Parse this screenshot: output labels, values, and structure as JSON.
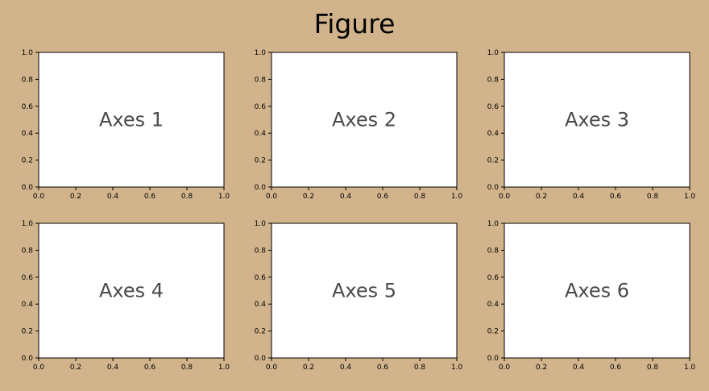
{
  "figure": {
    "title": "Figure",
    "background": "#d2b48c",
    "axes_face": "#ffffff",
    "annotation_color": "#4a4a4a"
  },
  "chart_data": [
    {
      "type": "scatter",
      "title": "",
      "annotation": "Axes 1",
      "xlim": [
        0,
        1
      ],
      "ylim": [
        0,
        1
      ],
      "xticks": [
        "0.0",
        "0.2",
        "0.4",
        "0.6",
        "0.8",
        "1.0"
      ],
      "yticks": [
        "0.0",
        "0.2",
        "0.4",
        "0.6",
        "0.8",
        "1.0"
      ],
      "series": [],
      "grid": false
    },
    {
      "type": "scatter",
      "title": "",
      "annotation": "Axes 2",
      "xlim": [
        0,
        1
      ],
      "ylim": [
        0,
        1
      ],
      "xticks": [
        "0.0",
        "0.2",
        "0.4",
        "0.6",
        "0.8",
        "1.0"
      ],
      "yticks": [
        "0.0",
        "0.2",
        "0.4",
        "0.6",
        "0.8",
        "1.0"
      ],
      "series": [],
      "grid": false
    },
    {
      "type": "scatter",
      "title": "",
      "annotation": "Axes 3",
      "xlim": [
        0,
        1
      ],
      "ylim": [
        0,
        1
      ],
      "xticks": [
        "0.0",
        "0.2",
        "0.4",
        "0.6",
        "0.8",
        "1.0"
      ],
      "yticks": [
        "0.0",
        "0.2",
        "0.4",
        "0.6",
        "0.8",
        "1.0"
      ],
      "series": [],
      "grid": false
    },
    {
      "type": "scatter",
      "title": "",
      "annotation": "Axes 4",
      "xlim": [
        0,
        1
      ],
      "ylim": [
        0,
        1
      ],
      "xticks": [
        "0.0",
        "0.2",
        "0.4",
        "0.6",
        "0.8",
        "1.0"
      ],
      "yticks": [
        "0.0",
        "0.2",
        "0.4",
        "0.6",
        "0.8",
        "1.0"
      ],
      "series": [],
      "grid": false
    },
    {
      "type": "scatter",
      "title": "",
      "annotation": "Axes 5",
      "xlim": [
        0,
        1
      ],
      "ylim": [
        0,
        1
      ],
      "xticks": [
        "0.0",
        "0.2",
        "0.4",
        "0.6",
        "0.8",
        "1.0"
      ],
      "yticks": [
        "0.0",
        "0.2",
        "0.4",
        "0.6",
        "0.8",
        "1.0"
      ],
      "series": [],
      "grid": false
    },
    {
      "type": "scatter",
      "title": "",
      "annotation": "Axes 6",
      "xlim": [
        0,
        1
      ],
      "ylim": [
        0,
        1
      ],
      "xticks": [
        "0.0",
        "0.2",
        "0.4",
        "0.6",
        "0.8",
        "1.0"
      ],
      "yticks": [
        "0.0",
        "0.2",
        "0.4",
        "0.6",
        "0.8",
        "1.0"
      ],
      "series": [],
      "grid": false
    }
  ]
}
